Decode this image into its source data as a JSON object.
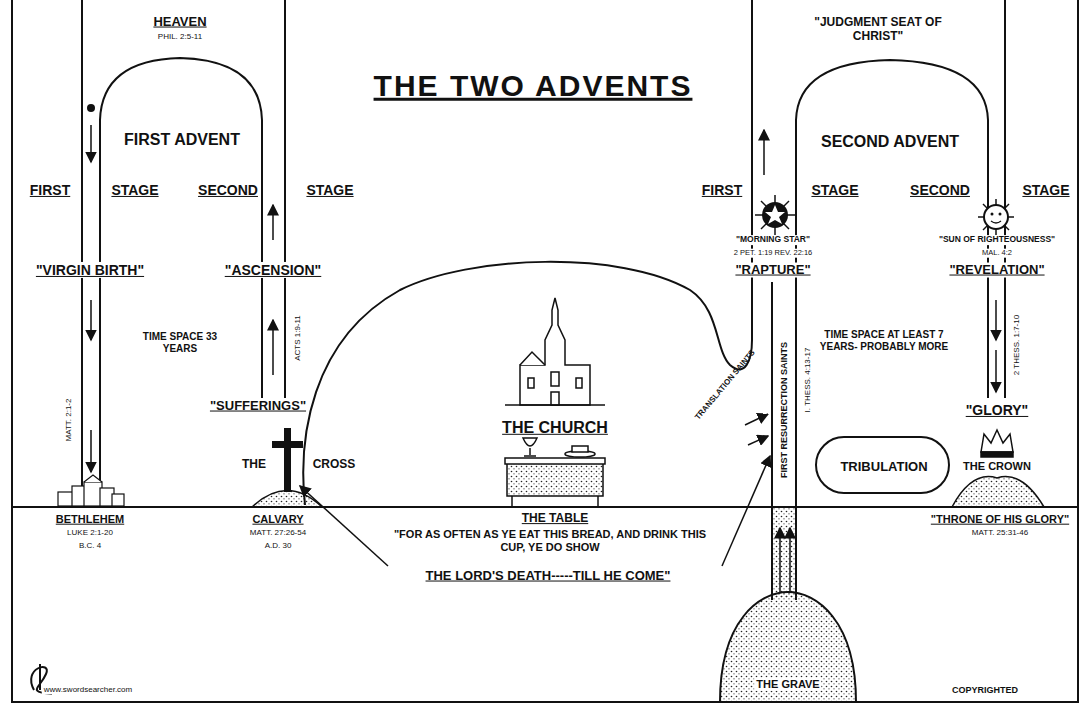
{
  "diagram": {
    "title": "THE TWO ADVENTS",
    "nodes": [
      {
        "text": [
          "THE CHURCH"
        ]
      },
      {
        "text": [
          "TRIBULATION"
        ]
      },
      {
        "text": [
          "THE GRAVE"
        ]
      }
    ],
    "labels": [
      "HEAVEN",
      "PHIL. 2:5-11",
      "\"JUDGMENT SEAT OF CHRIST\"",
      "FIRST ADVENT",
      "SECOND ADVENT",
      "FIRST",
      "STAGE",
      "SECOND",
      "STAGE",
      "FIRST",
      "STAGE",
      "SECOND",
      "STAGE",
      "\"VIRGIN BIRTH\"",
      "\"ASCENSION\"",
      "TIME SPACE 33 YEARS",
      "MATT. 2:1-2",
      "ACTS 1:9-11",
      "\"SUFFERINGS\"",
      "THE",
      "CROSS",
      "BETHLEHEM",
      "LUKE 2:1-20",
      "B.C. 4",
      "CALVARY",
      "MATT. 27:26-54",
      "A.D. 30",
      "THE TABLE",
      "\"FOR AS OFTEN AS YE EAT THIS BREAD, AND DRINK THIS CUP, YE DO SHOW",
      "THE LORD'S DEATH-----TILL HE COME\"",
      "\"MORNING STAR\"",
      "2 PET. 1:19 REV. 22:16",
      "\"RAPTURE\"",
      "\"SUN OF RIGHTEOUSNESS\"",
      "MAL. 4:2",
      "\"REVELATION\"",
      "TRANSLATION SAINTS",
      "FIRST RESURRECTION SAINTS",
      "I. THESS. 4:13-17",
      "TIME SPACE AT LEAST 7 YEARS- PROBABLY MORE",
      "2 THESS. 1:7-10",
      "\"GLORY\"",
      "THE CROWN",
      "\"THRONE OF HIS GLORY\"",
      "MATT. 25:31-46",
      "COPYRIGHTED",
      "www.swordsearcher.com"
    ]
  }
}
